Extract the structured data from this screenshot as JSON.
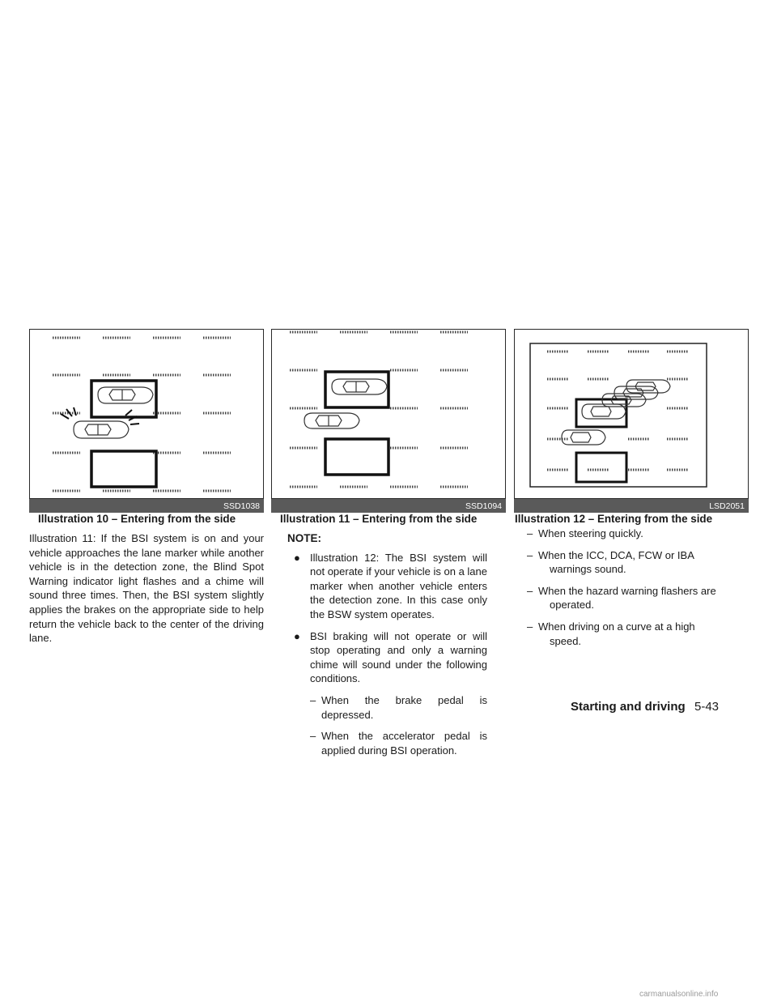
{
  "figures": [
    {
      "code": "SSD1038",
      "caption": "Illustration 10 – Entering from the side"
    },
    {
      "code": "SSD1094",
      "caption": "Illustration 11 – Entering from the side"
    },
    {
      "code": "LSD2051",
      "caption": "Illustration 12 – Entering from the side"
    }
  ],
  "col1": {
    "paragraph": "Illustration 11: If the BSI system is on and your vehicle approaches the lane marker while another vehicle is in the detection zone, the Blind Spot Warning indicator light flashes and a chime will sound three times. Then, the BSI system slightly applies the brakes on the appropriate side to help return the vehicle back to the center of the driving lane."
  },
  "col2": {
    "note_heading": "NOTE:",
    "bullets": [
      "Illustration 12: The BSI system will not operate if your vehicle is on a lane marker when another vehicle enters the detection zone. In this case only the BSW system operates.",
      "BSI braking will not operate or will stop operating and only a warning chime will sound under the following conditions."
    ],
    "dashes": [
      "When the brake pedal is depressed.",
      "When the accelerator pedal is applied during BSI operation."
    ]
  },
  "col3": {
    "dashes": [
      "When steering quickly.",
      "When the ICC, DCA, FCW or IBA warnings sound.",
      "When the hazard warning flashers are operated.",
      "When driving on a curve at a high speed."
    ]
  },
  "footer": {
    "section": "Starting and driving",
    "page": "5-43"
  },
  "watermark": "carmanualsonline.info"
}
